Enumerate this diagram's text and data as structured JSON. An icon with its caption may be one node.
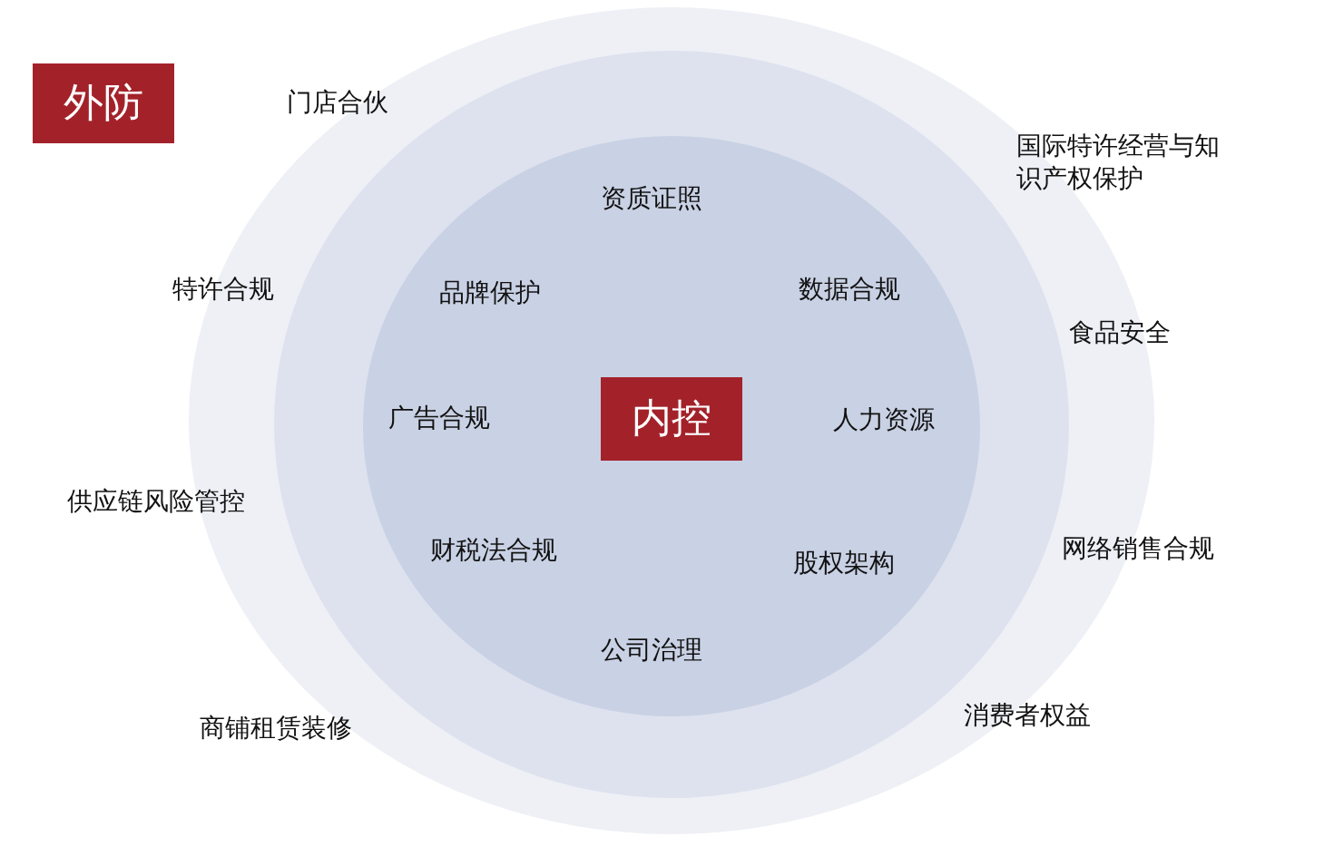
{
  "diagram": {
    "nodes": [
      {
        "text": [
          "外防"
        ]
      },
      {
        "text": [
          "内控"
        ]
      }
    ],
    "labels": [
      "门店合伙",
      "国际特许经营与知识产权保护",
      "资质证照",
      "特许合规",
      "品牌保护",
      "数据合规",
      "食品安全",
      "广告合规",
      "人力资源",
      "供应链风险管控",
      "财税法合规",
      "股权架构",
      "网络销售合规",
      "公司治理",
      "商铺租赁装修",
      "消费者权益"
    ]
  }
}
